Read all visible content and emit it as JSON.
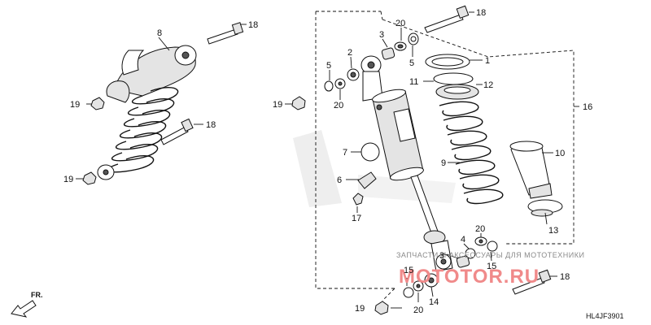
{
  "diagram": {
    "figure_code": "HL4JF3901",
    "direction_label": "FR.",
    "callouts": [
      {
        "id": "c8",
        "label": "8"
      },
      {
        "id": "c18a",
        "label": "18"
      },
      {
        "id": "c19a",
        "label": "19"
      },
      {
        "id": "c18b",
        "label": "18"
      },
      {
        "id": "c19b",
        "label": "19"
      },
      {
        "id": "c18c",
        "label": "18"
      },
      {
        "id": "c20a",
        "label": "20"
      },
      {
        "id": "c3a",
        "label": "3"
      },
      {
        "id": "c5a",
        "label": "5"
      },
      {
        "id": "c1",
        "label": "1"
      },
      {
        "id": "c2",
        "label": "2"
      },
      {
        "id": "c5b",
        "label": "5"
      },
      {
        "id": "c11",
        "label": "11"
      },
      {
        "id": "c12",
        "label": "12"
      },
      {
        "id": "c19c",
        "label": "19"
      },
      {
        "id": "c20b",
        "label": "20"
      },
      {
        "id": "c16",
        "label": "16"
      },
      {
        "id": "c7",
        "label": "7"
      },
      {
        "id": "c9",
        "label": "9"
      },
      {
        "id": "c10",
        "label": "10"
      },
      {
        "id": "c6",
        "label": "6"
      },
      {
        "id": "c17",
        "label": "17"
      },
      {
        "id": "c13",
        "label": "13"
      },
      {
        "id": "c20c",
        "label": "20"
      },
      {
        "id": "c4",
        "label": "4"
      },
      {
        "id": "c15a",
        "label": "15"
      },
      {
        "id": "c15b",
        "label": "15"
      },
      {
        "id": "c18d",
        "label": "18"
      },
      {
        "id": "c3b",
        "label": "3"
      },
      {
        "id": "c15c",
        "label": "15"
      },
      {
        "id": "c14",
        "label": "14"
      },
      {
        "id": "c19d",
        "label": "19"
      },
      {
        "id": "c20d",
        "label": "20"
      }
    ],
    "watermark": {
      "caption": "ЗАПЧАСТИ И АКСЕССУАРЫ ДЛЯ МОТОТЕХНИКИ",
      "site": "MOTOTOR.RU"
    }
  }
}
